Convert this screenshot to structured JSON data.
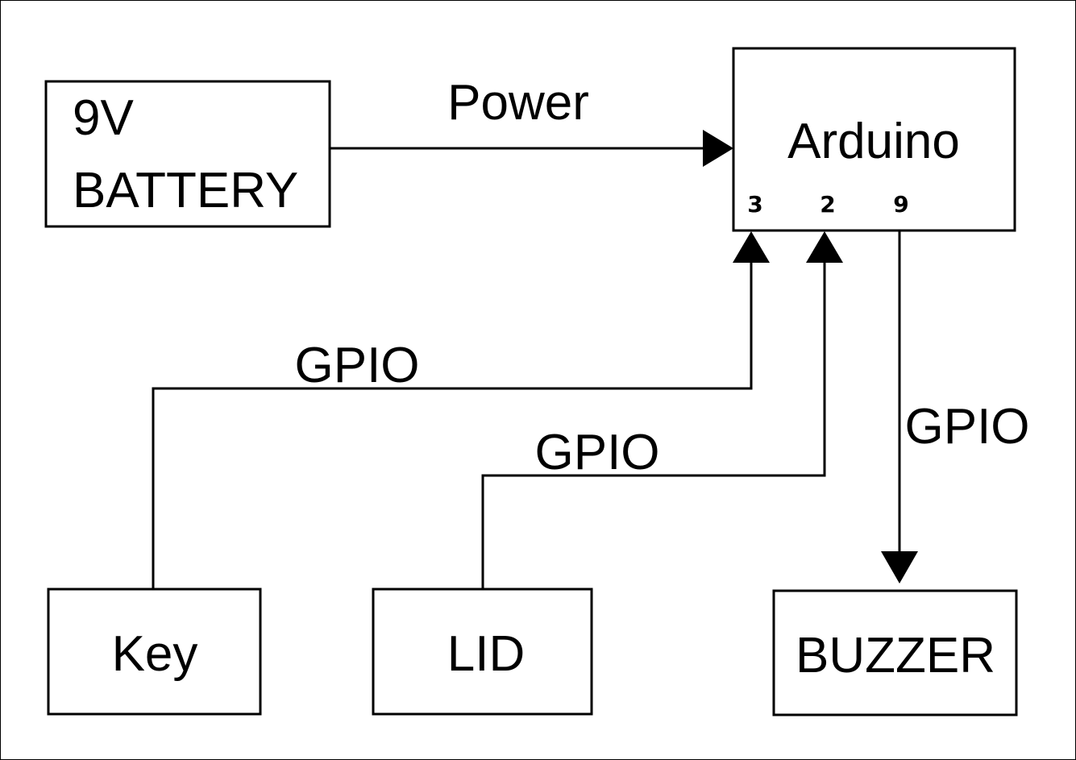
{
  "blocks": {
    "battery": {
      "line1": "9V",
      "line2": "BATTERY"
    },
    "arduino": {
      "label": "Arduino",
      "pins": [
        "3",
        "2",
        "9"
      ]
    },
    "key": {
      "label": "Key"
    },
    "lid": {
      "label": "LID"
    },
    "buzzer": {
      "label": "BUZZER"
    }
  },
  "connections": {
    "power": {
      "label": "Power"
    },
    "key_gpio": {
      "label": "GPIO"
    },
    "lid_gpio": {
      "label": "GPIO"
    },
    "buzzer_gpio": {
      "label": "GPIO"
    }
  },
  "colors": {
    "ink": "#000000",
    "background": "#ffffff"
  }
}
